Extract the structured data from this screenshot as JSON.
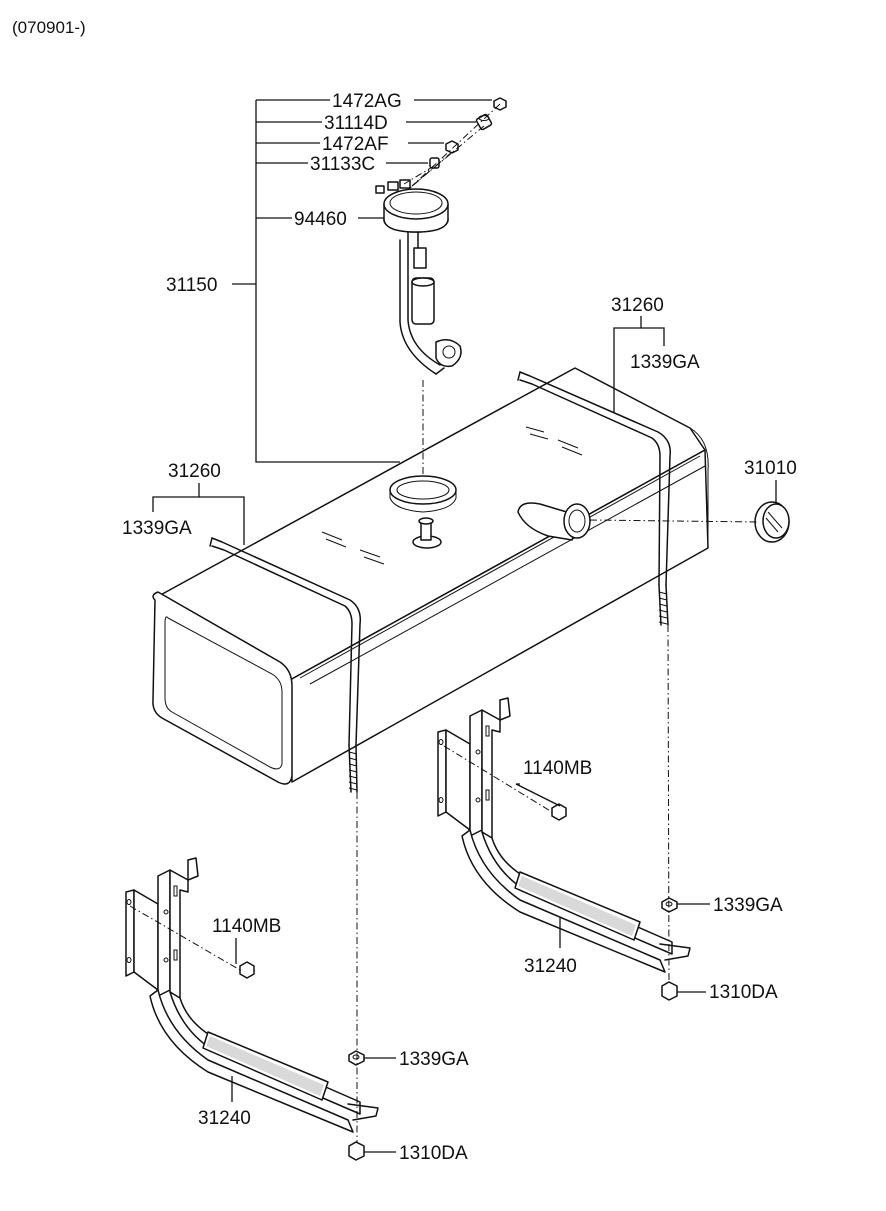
{
  "header": {
    "code": "(070901-)"
  },
  "labels": {
    "l_1472AG": "1472AG",
    "l_31114D": "31114D",
    "l_1472AF": "1472AF",
    "l_31133C": "31133C",
    "l_94460": "94460",
    "l_31150": "31150",
    "l_31260_right": "31260",
    "l_1339GA_right_top": "1339GA",
    "l_31260_left": "31260",
    "l_1339GA_left_top": "1339GA",
    "l_31010": "31010",
    "l_1140MB_right": "1140MB",
    "l_1339GA_right_bottom": "1339GA",
    "l_31240_right": "31240",
    "l_1310DA_right": "1310DA",
    "l_1140MB_left": "1140MB",
    "l_1339GA_left_bottom": "1339GA",
    "l_31240_left": "31240",
    "l_1310DA_left": "1310DA"
  }
}
